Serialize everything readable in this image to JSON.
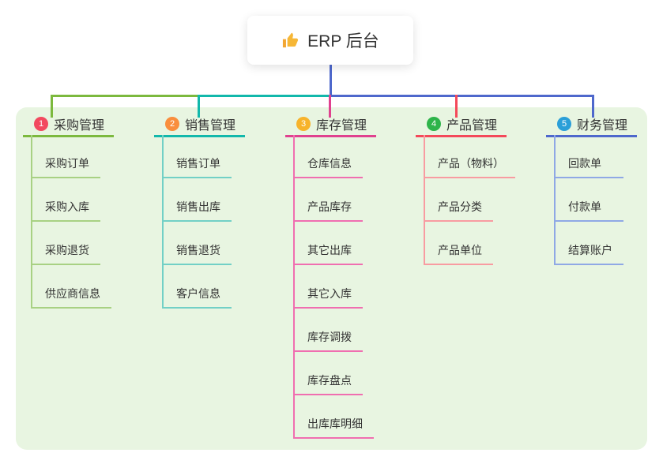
{
  "root": {
    "label": "ERP 后台",
    "icon": "thumbs-up"
  },
  "branches": [
    {
      "index": "1",
      "title": "采购管理",
      "badge_color": "#f2495f",
      "line_color": "#7cb93e",
      "child_line_color": "#a8d183",
      "children": [
        "采购订单",
        "采购入库",
        "采购退货",
        "供应商信息"
      ]
    },
    {
      "index": "2",
      "title": "销售管理",
      "badge_color": "#f98e3d",
      "line_color": "#12b8ab",
      "child_line_color": "#72d0c6",
      "children": [
        "销售订单",
        "销售出库",
        "销售退货",
        "客户信息"
      ]
    },
    {
      "index": "3",
      "title": "库存管理",
      "badge_color": "#f7b32b",
      "line_color": "#e0418f",
      "child_line_color": "#f06eb0",
      "children": [
        "仓库信息",
        "产品库存",
        "其它出库",
        "其它入库",
        "库存调拨",
        "库存盘点",
        "出库库明细"
      ]
    },
    {
      "index": "4",
      "title": "产品管理",
      "badge_color": "#2eb44a",
      "line_color": "#f4495a",
      "child_line_color": "#f89ba1",
      "children": [
        "产品（物料）",
        "产品分类",
        "产品单位"
      ]
    },
    {
      "index": "5",
      "title": "财务管理",
      "badge_color": "#2a9fd8",
      "line_color": "#4e68cc",
      "child_line_color": "#8fa8e5",
      "children": [
        "回款单",
        "付款单",
        "结算账户"
      ]
    }
  ],
  "colors": {
    "panel_bg": "#e8f5e1",
    "root_connector": "#4e68cc",
    "bus_green": "#7cb93e",
    "bus_teal": "#12b8ab",
    "bus_blue": "#4e68cc",
    "drop_magenta": "#e0418f",
    "drop_red": "#f4495a",
    "text": "#333333"
  }
}
